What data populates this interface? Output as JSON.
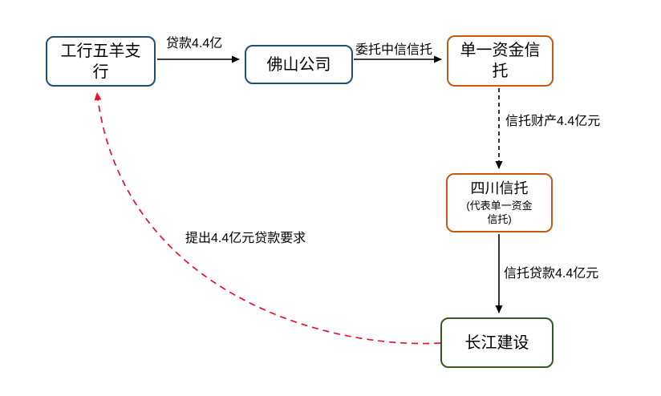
{
  "diagram": {
    "nodes": {
      "icbc_branch": {
        "label": "工行五羊支行"
      },
      "foshan_company": {
        "label": "佛山公司"
      },
      "single_fund_trust": {
        "label": "单一资金信托"
      },
      "sichuan_trust": {
        "label": "四川信托",
        "sublabel": "(代表单一资金信托)"
      },
      "changjiang_construction": {
        "label": "长江建设"
      }
    },
    "edges": {
      "loan_440m": {
        "label": "贷款4.4亿"
      },
      "entrust_citic": {
        "label": "委托中信信托"
      },
      "trust_property": {
        "label": "信托财产4.4亿元"
      },
      "trust_loan": {
        "label": "信托贷款4.4亿元"
      },
      "loan_request": {
        "label": "提出4.4亿元贷款要求"
      }
    },
    "colors": {
      "blue_border": "#1F4E79",
      "orange_border": "#C55A11",
      "green_border": "#375623",
      "red_dashed": "#E8112D",
      "black": "#000000"
    }
  }
}
